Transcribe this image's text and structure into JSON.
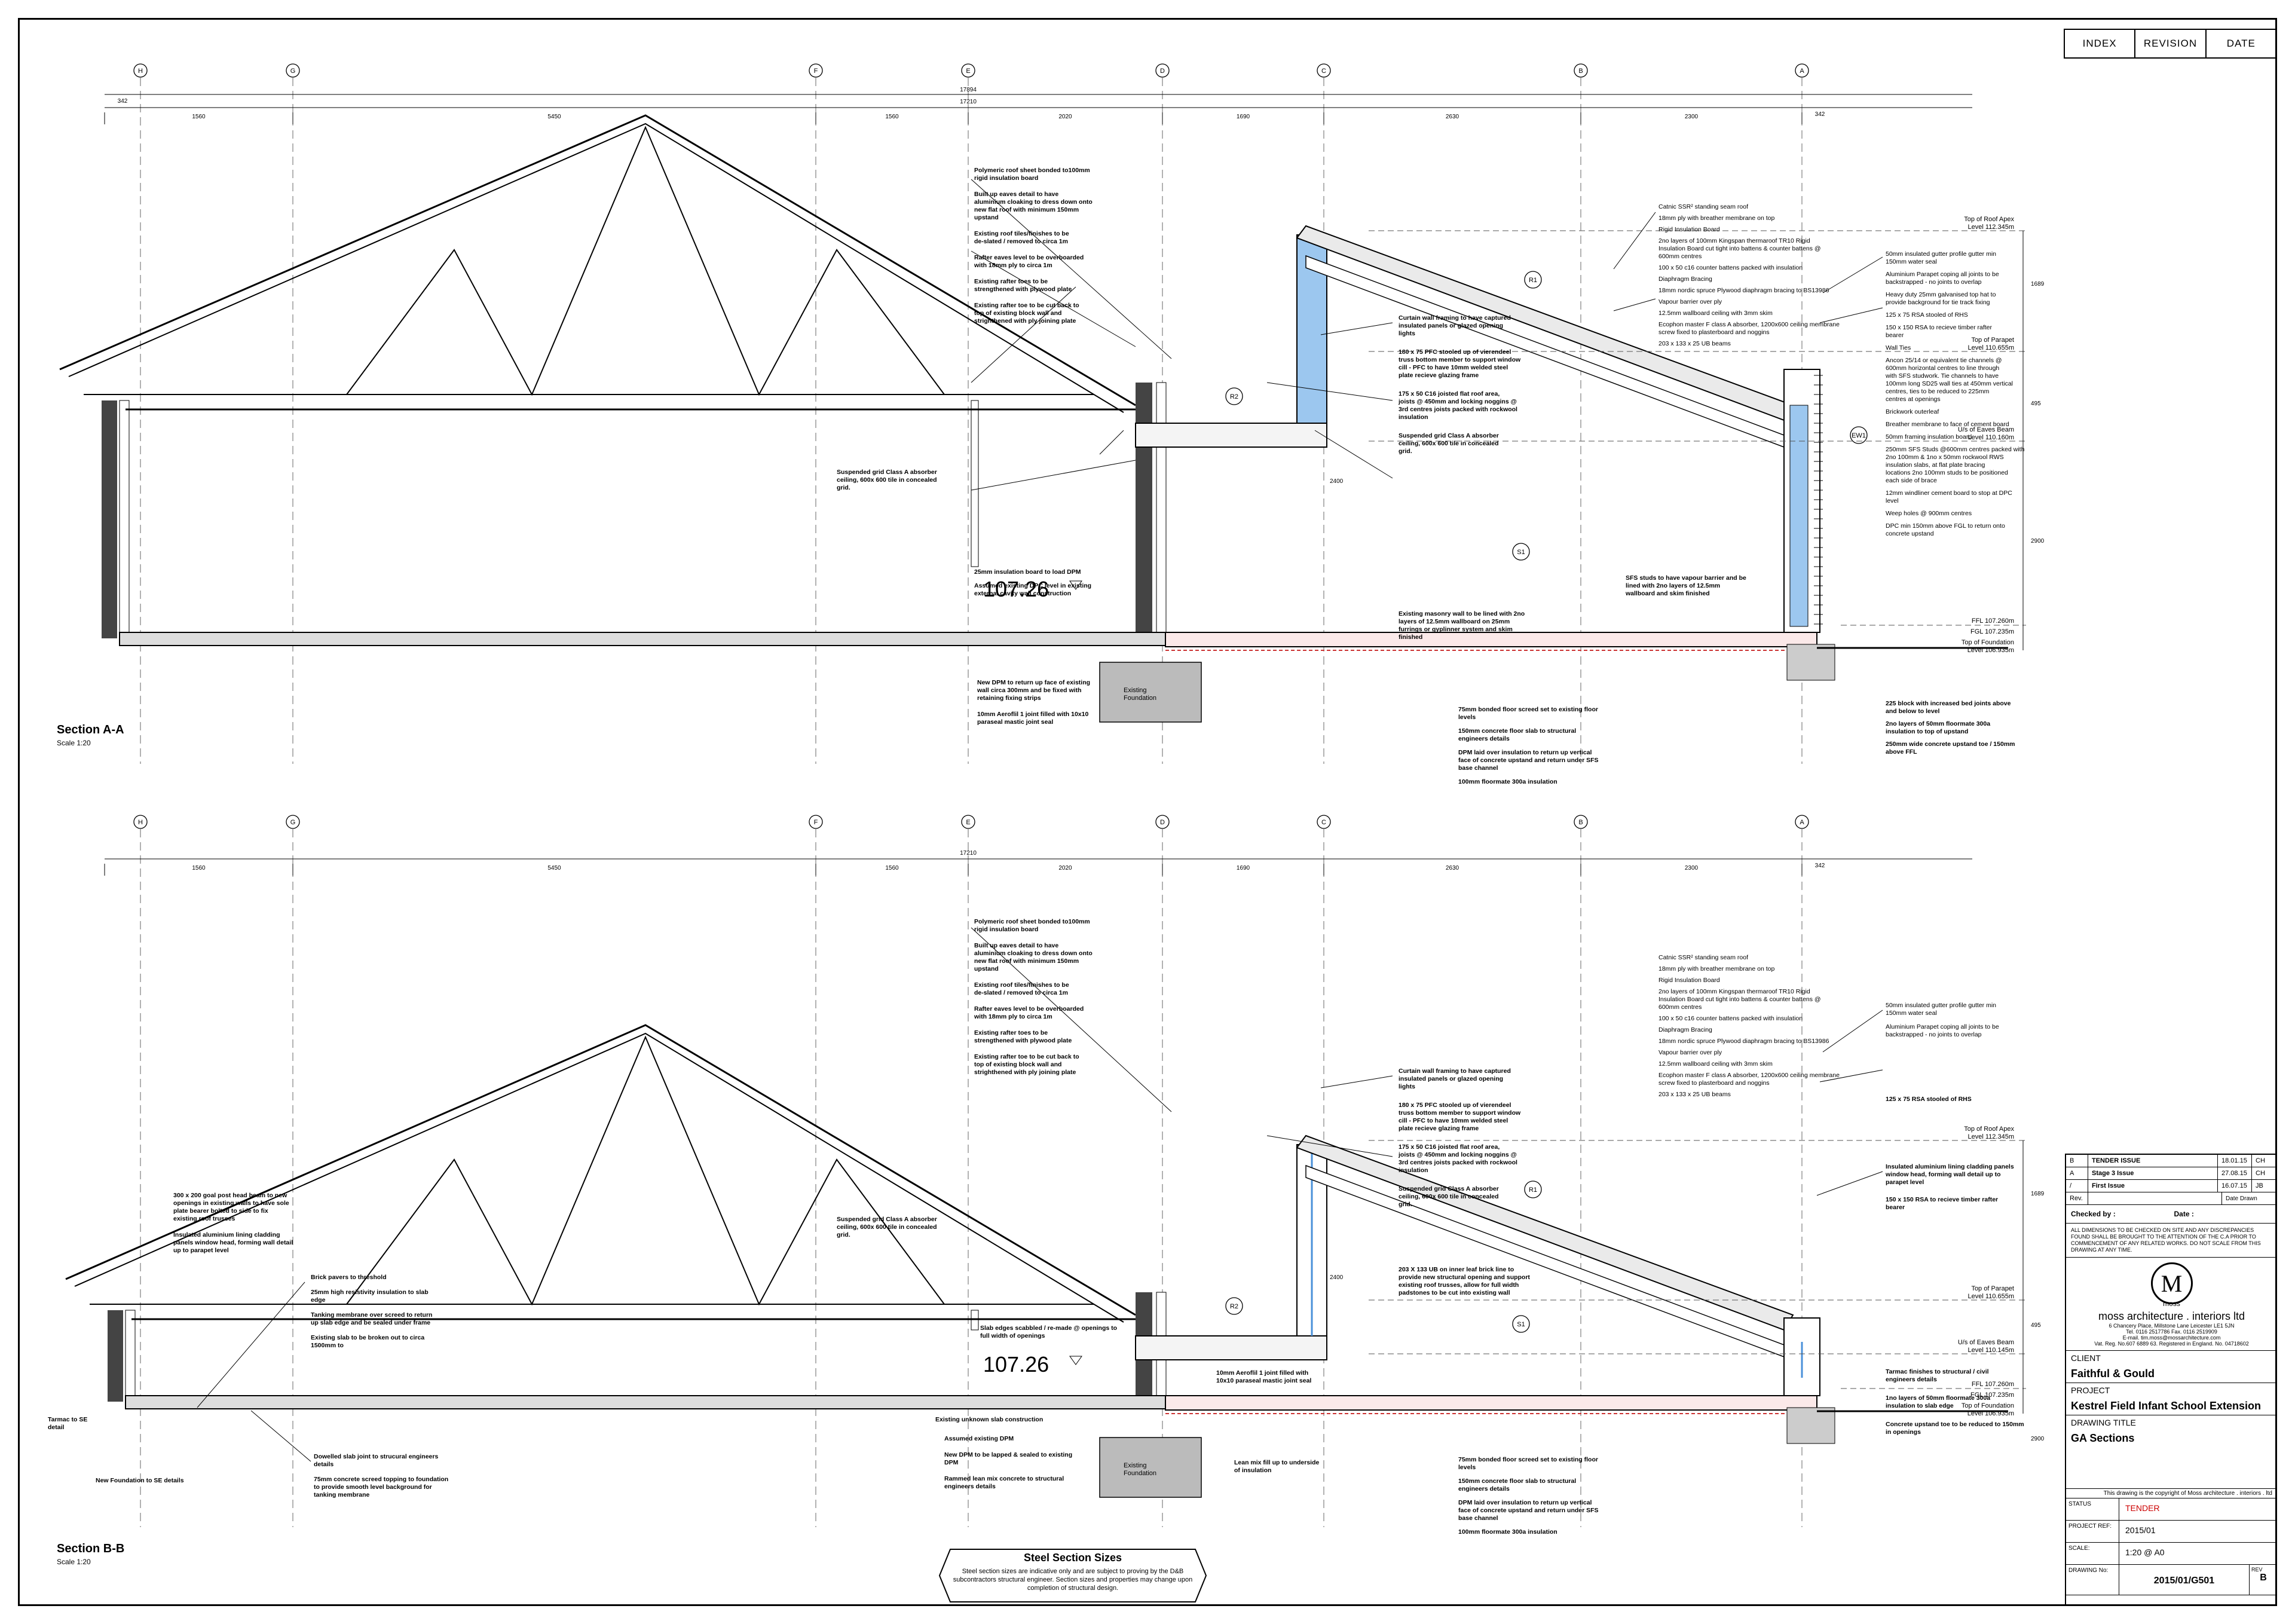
{
  "revision_header": {
    "index": "INDEX",
    "revision": "REVISION",
    "date": "DATE"
  },
  "grid_labels": [
    "H",
    "G",
    "F",
    "E",
    "D",
    "C",
    "B",
    "A"
  ],
  "dims_top_a": {
    "overall": "17894",
    "inner": "17210",
    "left_edge": "342",
    "right_edge": "342",
    "bays": [
      "1560",
      "5450",
      "1560",
      "2020",
      "1690",
      "2630",
      "2300"
    ]
  },
  "dims_top_b": {
    "overall": "17210",
    "right_edge": "342",
    "bays": [
      "1560",
      "5450",
      "1560",
      "2020",
      "1690",
      "2630",
      "2300"
    ]
  },
  "sections": {
    "a": {
      "title": "Section A-A",
      "scale": "Scale 1:20",
      "level_mark": "107.26"
    },
    "b": {
      "title": "Section B-B",
      "scale": "Scale 1:20",
      "level_mark": "107.26"
    }
  },
  "tags": {
    "r1": "R1",
    "r2": "R2",
    "s1": "S1",
    "ew1": "EW1"
  },
  "foundation_label": "Existing Foundation",
  "levels": {
    "roof_apex": [
      "Top of Roof Apex",
      "Level 112.345m"
    ],
    "parapet": [
      "Top of Parapet",
      "Level 110.655m"
    ],
    "eaves": [
      "U/s of Eaves Beam",
      "Level 110.160m"
    ],
    "eaves_b": [
      "U/s of Eaves Beam",
      "Level 110.145m"
    ],
    "ffl": "FFL 107.260m",
    "fgl": "FGL 107.235m",
    "foundation": [
      "Top of Foundation",
      "Level 106.935m"
    ]
  },
  "vertical_dims": {
    "a1": "1689",
    "a2": "495",
    "a3": "2900",
    "mid": "2400"
  },
  "notes_a_center": [
    "Polymeric roof sheet bonded to100mm rigid insulation board",
    "Built up eaves detail to have aluminium cloaking to dress down onto new flat roof with minimum 150mm upstand",
    "Existing roof tiles/finishes to be de-slated / removed to circa 1m",
    "Rafter eaves level to be overboarded with 18mm ply to circa 1m",
    "Existing rafter toes to be strengthened with plywood plate",
    "Existing rafter toe to be cut back to top of existing block wall and strighthened with ply joining plate",
    "25mm insulation board to load DPM",
    "Assumed existing DPC level in existing external cavity wall construction",
    "New DPM to return up face of existing wall circa 300mm and be fixed with retaining fixing strips",
    "10mm Aeroflil 1 joint filled with 10x10 paraseal mastic joint seal"
  ],
  "notes_a_left": [
    "Suspended grid Class A absorber ceiling, 600x 600 tile in concealed grid."
  ],
  "notes_a_mid": [
    "Curtain wall framing to have captured insulated panels or glazed opening lights",
    "180 x 75 PFC stooled up of vierendeel truss bottom member to support window cill - PFC to have 10mm welded steel plate recieve glazing frame",
    "175 x 50 C16 joisted flat roof area, joists @ 450mm and locking noggins @ 3rd centres joists packed with rockwool insulation",
    "Suspended grid Class A absorber ceiling, 600x 600 tile in concealed grid.",
    "Existing masonry wall to be lined with 2no layers of 12.5mm wallboard on 25mm furrings or gyplinner system and skim finished",
    "75mm bonded floor screed set to existing floor levels",
    "150mm concrete floor slab to structural engineers details",
    "DPM laid over insulation to return up vertical face of concrete upstand and return under SFS base channel",
    "100mm floormate 300a insulation"
  ],
  "notes_a_roof": [
    "Catnic SSR² standing seam roof",
    "18mm ply with breather membrane on top",
    "Rigid Insulation Board",
    "2no layers of 100mm Kingspan thermaroof TR10 Rigid Insulation Board cut tight into battens & counter battens @ 600mm centres",
    "100 x 50 c16 counter battens packed with insulation",
    "Diaphragm Bracing",
    "18mm nordic spruce Plywood diaphragm bracing to BS13986",
    "Vapour barrier over ply",
    "12.5mm wallboard ceiling with 3mm skim",
    "Ecophon master F class A absorber, 1200x600 ceiling membrane screw fixed to plasterboard and noggins",
    "203 x 133 x 25 UB beams"
  ],
  "notes_a_right": [
    "50mm insulated gutter profile gutter min 150mm water seal",
    "Aluminium Parapet coping all joints to be backstrapped - no joints to overlap",
    "Heavy duty 25mm galvanised top hat to provide background for tie track fixing",
    "125 x 75 RSA stooled of RHS",
    "150 x 150 RSA to recieve timber rafter bearer",
    "Wall Ties",
    "Ancon 25/14 or equivalent tie channels @ 600mm horizontal centres to line through with SFS studwork. Tie channels to have 100mm long SD25 wall ties at 450mm vertical centres, ties to be reduced to 225mm centres at openings",
    "Brickwork outerleaf",
    "Breather membrane to face of cement board",
    "50mm framing insulation board",
    "250mm SFS Studs @600mm centres packed with 2no 100mm & 1no x 50mm rockwool RWS insulation slabs, at flat plate bracing locations 2no 100mm studs to be positioned each side of brace",
    "12mm windliner cement board to stop at DPC level",
    "Weep holes @ 900mm centres",
    "DPC min 150mm above FGL to return onto concrete upstand",
    "SFS studs to have vapour barrier and be lined with 2no layers of 12.5mm wallboard and skim finished",
    "225 block with increased bed joints above and below to level",
    "2no layers of 50mm floormate 300a insulation to top of upstand",
    "250mm wide concrete upstand toe / 150mm above FFL"
  ],
  "notes_b_left": [
    "300 x 200 goal post head beam to new openings in existing walls to have sole plate bearer bolted to side to fix existing roof trusses",
    "Insulated aluminium lining cladding panels window head, forming wall detail up to parapet level",
    "Brick pavers to threshold",
    "25mm high resistivity insulation to slab edge",
    "Tanking membrane over screed to return up slab edge and be sealed under frame",
    "Existing slab to be broken out to circa 1500mm to",
    "Dowelled slab joint to strucural engineers details",
    "75mm concrete screed topping to foundation to provide smooth level background for tanking membrane",
    "Tarmac to SE detail",
    "New Foundation to SE details"
  ],
  "notes_b_center": [
    "Slab edges scabbled / re-made @ openings to full width of openings",
    "Existing unknown slab construction",
    "Assumed existing DPM",
    "New DPM to be lapped & sealed to existing DPM",
    "Rammed lean mix concrete to structural engineers details",
    "Lean mix fill up to underside of insulation",
    "203 X 133 UB on inner leaf brick line to provide new structural opening and support existing roof trusses, allow for full width padstones to be cut into existing wall"
  ],
  "notes_b_right": [
    "Insulated aluminium lining cladding panels window head, forming wall detail up to parapet level",
    "150 x 150 RSA to recieve timber rafter bearer",
    "Tarmac finishes to structural / civil engineers details",
    "1no layers of 50mm floormate 300a insulation to slab edge",
    "Concrete upstand toe to be reduced to 150mm in openings"
  ],
  "steel_note": {
    "title": "Steel Section Sizes",
    "body": "Steel section sizes are indicative only and are subject to proving by the D&B subcontractors structural engineer. Section sizes and properties may change upon completion of structural design."
  },
  "title_block": {
    "revisions": [
      {
        "rev": "B",
        "desc": "TENDER ISSUE",
        "date": "18.01.15",
        "by": "CH"
      },
      {
        "rev": "A",
        "desc": "Stage 3 Issue",
        "date": "27.08.15",
        "by": "CH"
      },
      {
        "rev": "/",
        "desc": "First Issue",
        "date": "16.07.15",
        "by": "JB"
      }
    ],
    "rev_label": "Rev.",
    "date_drawn_label": "Date Drawn",
    "checked_by": "Checked by :",
    "date": "Date :",
    "disclaimer": "ALL DIMENSIONS TO BE CHECKED ON SITE AND ANY DISCREPANCIES FOUND SHALL BE BROUGHT TO THE ATTENTION OF THE C.A PRIOR TO COMMENCEMENT OF ANY RELATED WORKS. DO NOT SCALE FROM THIS DRAWING AT ANY TIME.",
    "logo_letter": "M",
    "logo_word": "moss",
    "practice": "moss architecture . interiors ltd",
    "address": "6 Chancery Place, Millstone Lane Leicester LE1 5JN",
    "phone": "Tel. 0116 2517786   Fax. 0116 2519909",
    "email": "E-mail. tim.moss@mossarchitecture.com",
    "reg": "Vat. Reg. No.607 6889 63. Registered in England. No. 04718602",
    "client_label": "CLIENT",
    "client": "Faithful & Gould",
    "project_label": "PROJECT",
    "project": "Kestrel Field Infant School Extension",
    "drawing_title_label": "DRAWING TITLE",
    "drawing_title": "GA Sections",
    "copyright": "This drawing is the copyright of Moss architecture . interiors . ltd",
    "status_label": "STATUS",
    "status": "TENDER",
    "project_ref_label": "PROJECT REF:",
    "project_ref": "2015/01",
    "scale_label": "SCALE:",
    "scale": "1:20 @ A0",
    "drawing_no_label": "DRAWING No:",
    "drawing_no": "2015/01/G501",
    "rev_no_label": "REV",
    "rev_no": "B"
  }
}
